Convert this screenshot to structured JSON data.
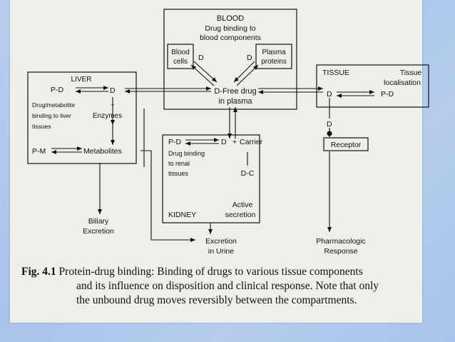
{
  "blood": {
    "title": "BLOOD",
    "subtitle_1": "Drug binding to",
    "subtitle_2": "blood components",
    "cells_1": "Blood",
    "cells_2": "cells",
    "plasma_1": "Plasma",
    "plasma_2": "proteins",
    "d_left": "D",
    "d_right": "D",
    "free_1": "D-Free drug",
    "free_2": "in plasma"
  },
  "liver": {
    "title": "LIVER",
    "pd": "P-D",
    "d": "D",
    "line_1": "Drug/metabolite",
    "plus": "+",
    "line_2": "binding to liver",
    "enzymes": "Enzymes",
    "line_3": "tissues",
    "pm": "P-M",
    "metabolites": "Metabolites"
  },
  "tissue": {
    "title": "TISSUE",
    "loc_1": "Tissue",
    "loc_2": "localisation",
    "d": "D",
    "pd": "P-D",
    "d_lower": "D",
    "receptor": "Receptor"
  },
  "kidney": {
    "pd": "P-D",
    "d": "D",
    "plus": "+",
    "carrier": "Carrier",
    "line_1": "Drug binding",
    "line_2": "to renal",
    "line_3": "tissues",
    "dc": "D-C",
    "active_1": "Active",
    "active_2": "secretion",
    "title": "KIDNEY"
  },
  "outputs": {
    "biliary_1": "Biliary",
    "biliary_2": "Excretion",
    "urine_1": "Excretion",
    "urine_2": "in Urine",
    "pharm_1": "Pharmacologic",
    "pharm_2": "Response"
  },
  "caption": {
    "label": "Fig. 4.1",
    "line_1": "Protein-drug binding: Binding of drugs to various tissue components",
    "line_2": "and its influence on disposition and clinical response. Note that only",
    "line_3": "the unbound drug moves reversibly between the compartments."
  }
}
